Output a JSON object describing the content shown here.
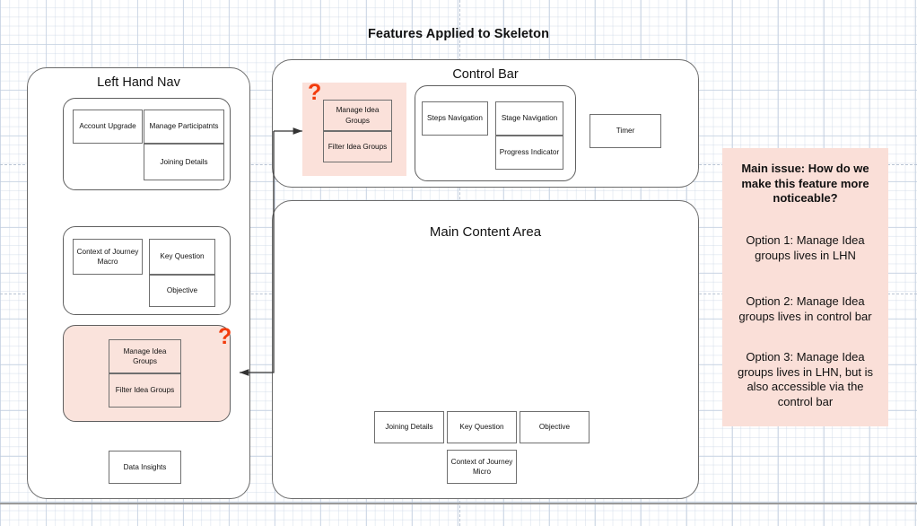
{
  "page": {
    "title": "Features Applied to Skeleton",
    "accent_highlight": "#fbe1da",
    "accent_marker": "#f23b0c",
    "note_panel_bg": "#fadfd8",
    "grid": "on"
  },
  "left_hand_nav": {
    "title": "Left Hand Nav",
    "groups": [
      {
        "name": "account-group",
        "highlighted": false,
        "items": [
          "Account Upgrade",
          "Manage Participatnts",
          "Joining Details"
        ]
      },
      {
        "name": "journey-group",
        "highlighted": false,
        "items": [
          "Context of Journey Macro",
          "Key Question",
          "Objective"
        ]
      },
      {
        "name": "idea-groups-group",
        "highlighted": true,
        "marker": "?",
        "items": [
          "Manage Idea Groups",
          "Filter Idea Groups"
        ]
      },
      {
        "name": "data-group",
        "highlighted": false,
        "items": [
          "Data Insights"
        ]
      }
    ]
  },
  "control_bar": {
    "title": "Control Bar",
    "highlighted_group": {
      "marker": "?",
      "items": [
        "Manage Idea Groups",
        "Filter Idea Groups"
      ]
    },
    "navigation_group": {
      "items": [
        "Steps Navigation",
        "Stage Navigation",
        "Progress Indicator"
      ]
    },
    "timer": "Timer"
  },
  "main_content_area": {
    "title": "Main Content Area",
    "items": [
      "Joining Details",
      "Key Question",
      "Objective",
      "Context of Journey Micro"
    ]
  },
  "notes": {
    "main_issue": "Main issue: How do we make this feature more noticeable?",
    "options": [
      "Option 1: Manage Idea groups lives in LHN",
      "Option 2: Manage Idea groups lives in control bar",
      "Option 3: Manage Idea groups lives in LHN, but is also accessible via the control bar"
    ]
  }
}
